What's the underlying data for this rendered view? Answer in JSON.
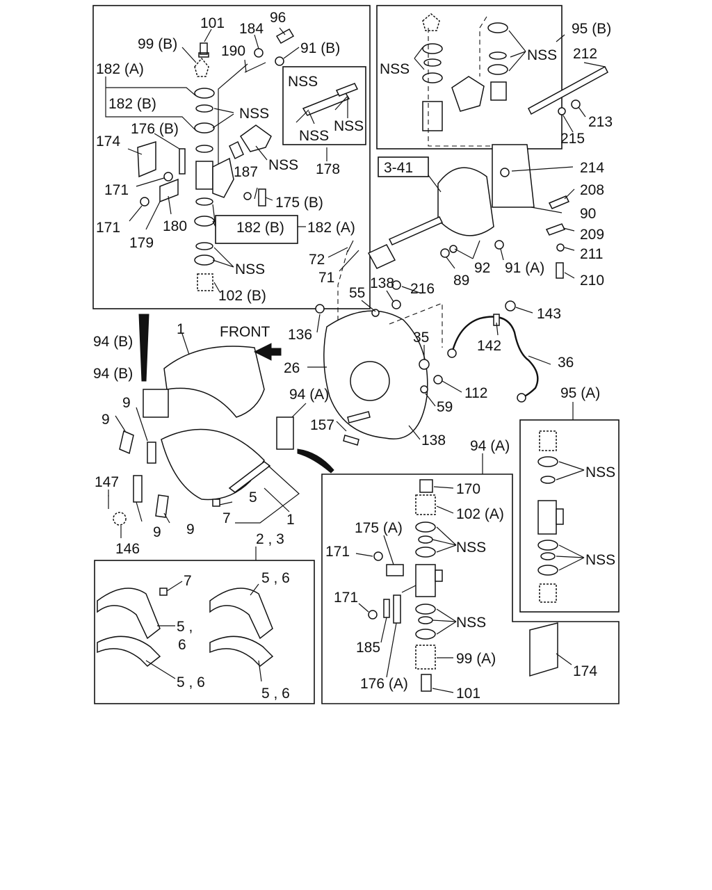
{
  "labels": {
    "p101_top": "101",
    "p96": "96",
    "p184": "184",
    "p99b": "99 (B)",
    "p190": "190",
    "p91b": "91 (B)",
    "p182a_top": "182 (A)",
    "p182b_top": "182 (B)",
    "nss_tl1": "NSS",
    "p176b": "176 (B)",
    "p174_left": "174",
    "nss_tl2": "NSS",
    "nss_box_a": "NSS",
    "nss_box_b": "NSS",
    "nss_box_c": "NSS",
    "p178": "178",
    "p187": "187",
    "p175b": "175 (B)",
    "p171_a": "171",
    "p171_b": "171",
    "p180": "180",
    "p179": "179",
    "p182b_mid": "182 (B)",
    "p182a_mid": "182 (A)",
    "nss_tl3": "NSS",
    "p102b": "102 (B)",
    "nss_tr1": "NSS",
    "nss_tr2": "NSS",
    "p95b": "95 (B)",
    "p212": "212",
    "p213": "213",
    "p215": "215",
    "ref341": "3-41",
    "p214": "214",
    "p208": "208",
    "p90": "90",
    "p209": "209",
    "p211": "211",
    "p72": "72",
    "p71": "71",
    "p92": "92",
    "p91a": "91 (A)",
    "p89": "89",
    "p210": "210",
    "p55": "55",
    "p138_a": "138",
    "p216": "216",
    "p143": "143",
    "p136": "136",
    "p94b_a": "94 (B)",
    "front": "FRONT",
    "p1_top": "1",
    "p142": "142",
    "p35": "35",
    "p26": "26",
    "p36": "36",
    "p94b_b": "94 (B)",
    "p112": "112",
    "p59": "59",
    "p95a": "95 (A)",
    "p9_a": "9",
    "p9_b": "9",
    "p94a_a": "94 (A)",
    "p157": "157",
    "p138_b": "138",
    "p94a_b": "94 (A)",
    "nss_r1": "NSS",
    "nss_r2": "NSS",
    "p147": "147",
    "p5": "5",
    "p170": "170",
    "p102a": "102 (A)",
    "p9_c": "9",
    "p9_d": "9",
    "p7_a": "7",
    "p1_b": "1",
    "p175a": "175 (A)",
    "nss_b1": "NSS",
    "p146": "146",
    "p23": "2 , 3",
    "p171_c": "171",
    "p7_b": "7",
    "p56_a": "5 , 6",
    "p56_b1": "5 ,",
    "p56_b2": "6",
    "p171_d": "171",
    "nss_b2": "NSS",
    "p185": "185",
    "p99a": "99 (A)",
    "p174_right": "174",
    "p56_c": "5 , 6",
    "p56_d": "5 , 6",
    "p176a": "176 (A)",
    "p101_bottom": "101"
  }
}
